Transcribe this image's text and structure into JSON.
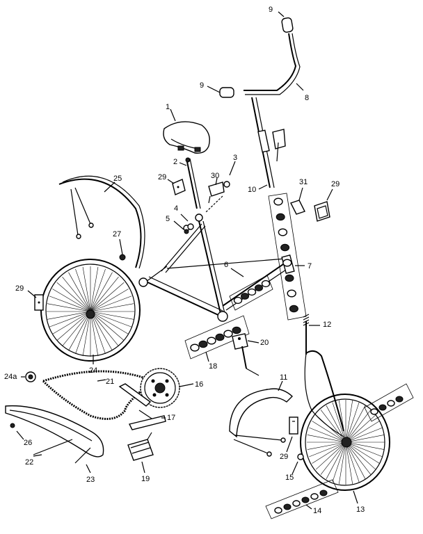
{
  "diagram": {
    "callouts": [
      "9",
      "9",
      "8",
      "1",
      "2",
      "3",
      "29",
      "30",
      "25",
      "4",
      "5",
      "27",
      "10",
      "31",
      "29",
      "6",
      "7",
      "29",
      "12",
      "20",
      "18",
      "11",
      "24a",
      "21",
      "16",
      "24",
      "17",
      "26",
      "22",
      "23",
      "19",
      "29",
      "15",
      "14",
      "13"
    ]
  }
}
